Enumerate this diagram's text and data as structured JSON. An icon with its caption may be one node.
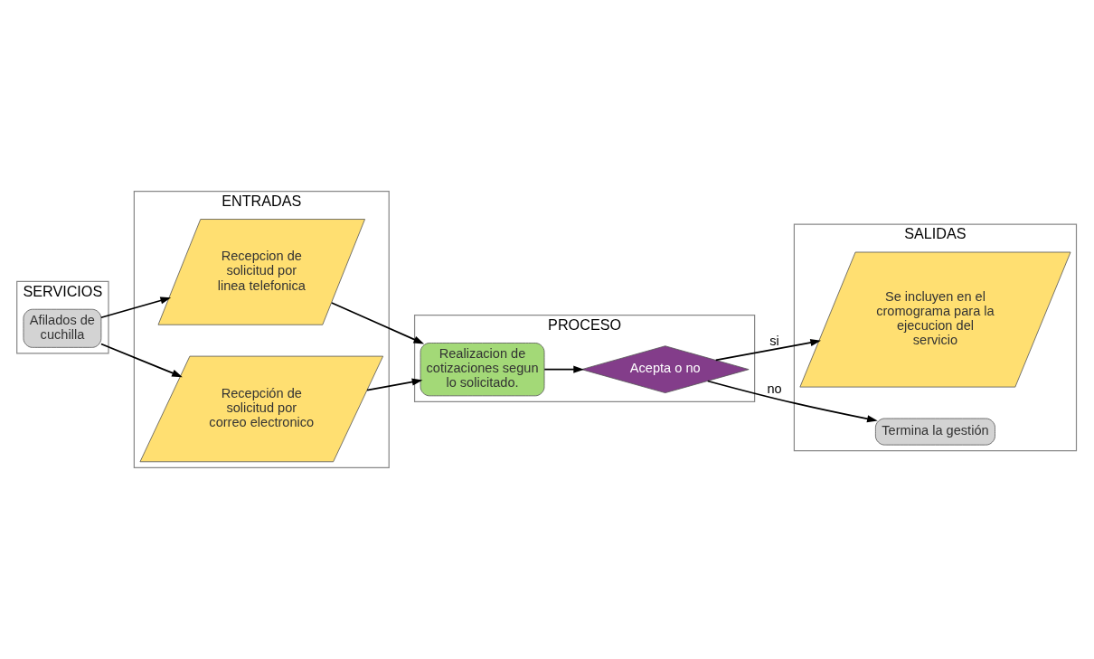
{
  "diagram": {
    "nodes": [
      {
        "text": [
          "SERVICIOS"
        ]
      },
      {
        "text": [
          "ENTRADAS"
        ]
      },
      {
        "text": [
          "PROCESO"
        ]
      },
      {
        "text": [
          "SALIDAS"
        ]
      },
      {
        "text": [
          "Afilados de cuchilla"
        ],
        "in": 0
      },
      {
        "text": [
          "Recepcion de solicitud por linea telefonica"
        ],
        "in": 1
      },
      {
        "text": [
          "Recepción de solicitud por correo electronico"
        ],
        "in": 1
      },
      {
        "text": [
          "Realizacion de cotizaciones segun lo solicitado."
        ],
        "in": 2
      },
      {
        "text": [
          "Acepta o no"
        ],
        "in": 2
      },
      {
        "text": [
          "Se incluyen en el cromograma para la ejecucion del servicio"
        ],
        "in": 3
      },
      {
        "text": [
          "Termina la gestión"
        ],
        "in": 3
      }
    ],
    "edges": [
      {
        "from": 4,
        "to": 5,
        "arrow": "to"
      },
      {
        "from": 4,
        "to": 6,
        "arrow": "to"
      },
      {
        "from": 5,
        "to": 7,
        "arrow": "to"
      },
      {
        "from": 6,
        "to": 7,
        "arrow": "to"
      },
      {
        "from": 7,
        "to": 8,
        "arrow": "to"
      },
      {
        "from": 8,
        "to": 9,
        "label": "si",
        "arrow": "to"
      },
      {
        "from": 8,
        "to": 10,
        "label": "no",
        "arrow": "to"
      }
    ]
  }
}
